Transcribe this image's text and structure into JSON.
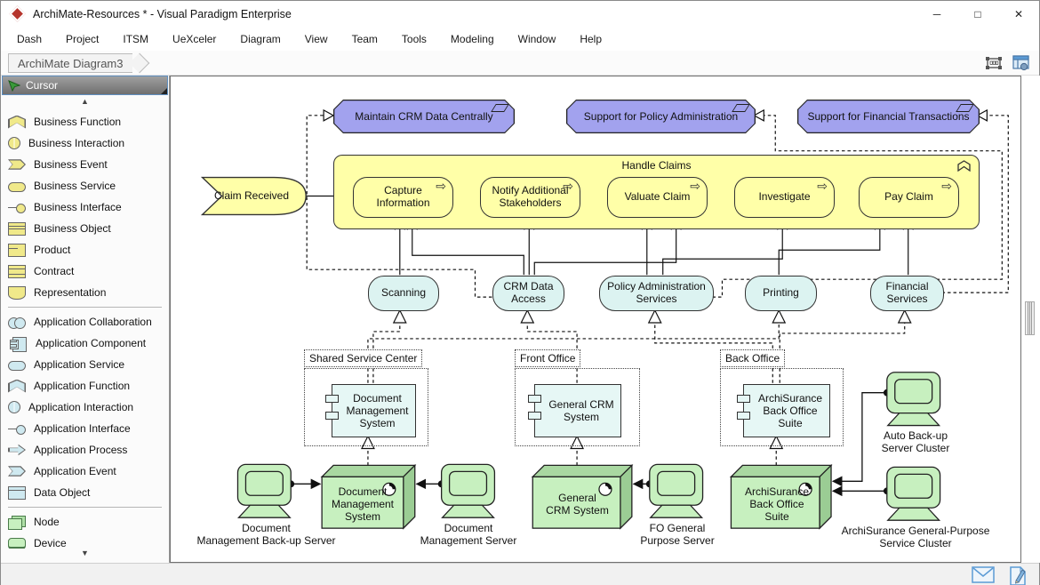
{
  "window": {
    "title": "ArchiMate-Resources * - Visual Paradigm Enterprise",
    "controls": {
      "minimize": "─",
      "maximize": "□",
      "close": "✕"
    }
  },
  "menu": {
    "items": [
      "Dash",
      "Project",
      "ITSM",
      "UeXceler",
      "Diagram",
      "View",
      "Team",
      "Tools",
      "Modeling",
      "Window",
      "Help"
    ]
  },
  "tab_bar": {
    "active_tab": "ArchiMate Diagram3"
  },
  "palette": {
    "header": "Cursor",
    "scroll_up": "▲",
    "scroll_down": "▼",
    "business_items": [
      {
        "icon": "business-function-icon",
        "label": "Business Function"
      },
      {
        "icon": "business-interaction-icon",
        "label": "Business Interaction"
      },
      {
        "icon": "business-event-icon",
        "label": "Business Event"
      },
      {
        "icon": "business-service-icon",
        "label": "Business Service"
      },
      {
        "icon": "business-interface-icon",
        "label": "Business Interface"
      },
      {
        "icon": "business-object-icon",
        "label": "Business Object"
      },
      {
        "icon": "product-icon",
        "label": "Product"
      },
      {
        "icon": "contract-icon",
        "label": "Contract"
      },
      {
        "icon": "representation-icon",
        "label": "Representation"
      }
    ],
    "application_items": [
      {
        "icon": "application-collaboration-icon",
        "label": "Application Collaboration"
      },
      {
        "icon": "application-component-icon",
        "label": "Application Component"
      },
      {
        "icon": "application-service-icon",
        "label": "Application Service"
      },
      {
        "icon": "application-function-icon",
        "label": "Application Function"
      },
      {
        "icon": "application-interaction-icon",
        "label": "Application Interaction"
      },
      {
        "icon": "application-interface-icon",
        "label": "Application Interface"
      },
      {
        "icon": "application-process-icon",
        "label": "Application Process"
      },
      {
        "icon": "application-event-icon",
        "label": "Application Event"
      },
      {
        "icon": "data-object-icon",
        "label": "Data Object"
      }
    ],
    "technology_items": [
      {
        "icon": "node-icon",
        "label": "Node"
      },
      {
        "icon": "device-icon",
        "label": "Device"
      }
    ]
  },
  "diagram": {
    "icons": {
      "process_arrow": "⇨"
    },
    "requirements": [
      {
        "label": "Maintain CRM Data Centrally"
      },
      {
        "label": "Support for Policy Administration"
      },
      {
        "label": "Support for Financial Transactions"
      }
    ],
    "event": {
      "lines": [
        "Claim Received"
      ]
    },
    "container": {
      "label": "Handle Claims"
    },
    "processes": [
      {
        "lines": [
          "Capture",
          "Information"
        ]
      },
      {
        "lines": [
          "Notify Additional",
          "Stakeholders"
        ]
      },
      {
        "lines": [
          "Valuate Claim"
        ]
      },
      {
        "lines": [
          "Investigate"
        ]
      },
      {
        "lines": [
          "Pay Claim"
        ]
      }
    ],
    "services": [
      {
        "lines": [
          "Scanning"
        ]
      },
      {
        "lines": [
          "CRM Data",
          "Access"
        ]
      },
      {
        "lines": [
          "Policy Administration",
          "Services"
        ]
      },
      {
        "lines": [
          "Printing"
        ]
      },
      {
        "lines": [
          "Financial",
          "Services"
        ]
      }
    ],
    "groupings": [
      {
        "label": "Shared Service Center"
      },
      {
        "label": "Front Office"
      },
      {
        "label": "Back Office"
      }
    ],
    "components": [
      {
        "lines": [
          "Document",
          "Management",
          "System"
        ]
      },
      {
        "lines": [
          "General CRM",
          "System"
        ]
      },
      {
        "lines": [
          "ArchiSurance",
          "Back Office",
          "Suite"
        ]
      }
    ],
    "nodes": [
      {
        "lines": [
          "Document",
          "Management",
          "System"
        ]
      },
      {
        "lines": [
          "General",
          "CRM System"
        ]
      },
      {
        "lines": [
          "ArchiSurance",
          "Back Office",
          "Suite"
        ]
      }
    ],
    "devices": [
      {
        "lines": [
          "Document",
          "Management Back-up Server"
        ]
      },
      {
        "lines": [
          "Document",
          "Management Server"
        ]
      },
      {
        "lines": [
          "FO General",
          "Purpose Server"
        ]
      },
      {
        "lines": [
          "ArchiSurance General-Purpose",
          "Service Cluster"
        ]
      },
      {
        "lines": [
          "Auto Back-up",
          "Server Cluster"
        ]
      }
    ]
  }
}
